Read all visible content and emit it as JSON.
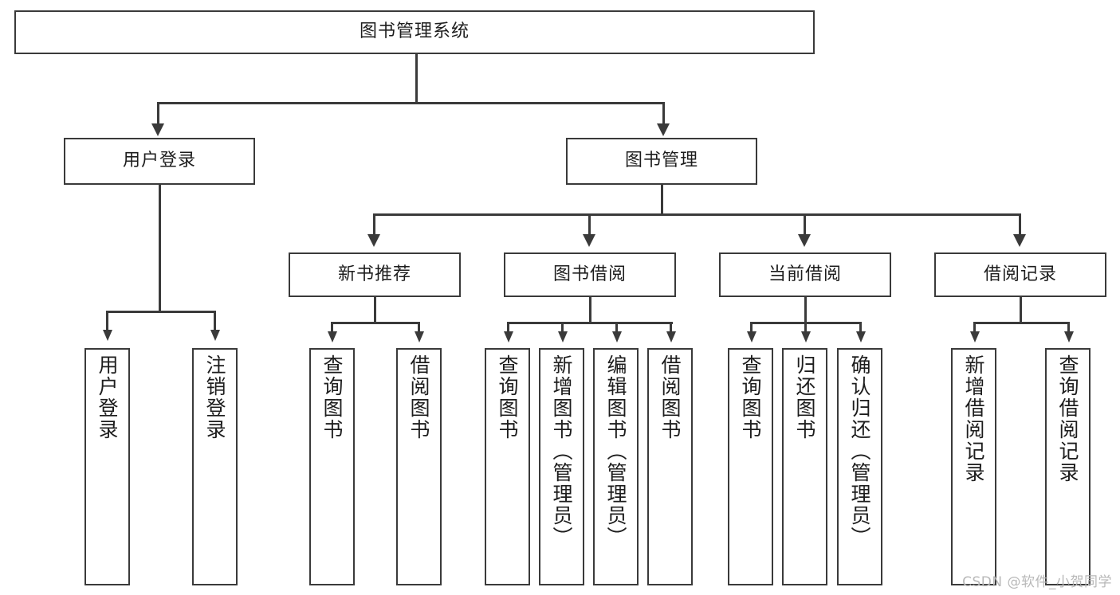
{
  "diagram": {
    "title": "图书管理系统",
    "root": {
      "label": "图书管理系统"
    },
    "level1": [
      {
        "label": "用户登录"
      },
      {
        "label": "图书管理"
      }
    ],
    "level2": [
      {
        "label": "新书推荐"
      },
      {
        "label": "图书借阅"
      },
      {
        "label": "当前借阅"
      },
      {
        "label": "借阅记录"
      }
    ],
    "leaves": {
      "user_login": [
        {
          "label": "用户登录"
        },
        {
          "label": "注销登录"
        }
      ],
      "new_book_recommend": [
        {
          "label": "查询图书"
        },
        {
          "label": "借阅图书"
        }
      ],
      "book_borrow": [
        {
          "label": "查询图书"
        },
        {
          "label": "新增图书（管理员）"
        },
        {
          "label": "编辑图书（管理员）"
        },
        {
          "label": "借阅图书"
        }
      ],
      "current_borrow": [
        {
          "label": "查询图书"
        },
        {
          "label": "归还图书"
        },
        {
          "label": "确认归还（管理员）"
        }
      ],
      "borrow_record": [
        {
          "label": "新增借阅记录"
        },
        {
          "label": "查询借阅记录"
        }
      ]
    }
  },
  "watermark": {
    "text": "CSDN @软件_小贺同学"
  },
  "colors": {
    "stroke": "#3a3a3a",
    "text": "#1d1d1d",
    "background": "#ffffff",
    "watermark": "#b8b8b8"
  }
}
